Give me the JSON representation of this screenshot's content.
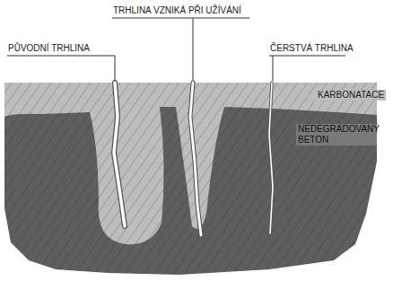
{
  "diagram": {
    "labels": [
      "TRHLINA VZNIKÁ PŘI UŽÍVÁNÍ",
      "PŮVODNÍ TRHLINA",
      "ČERSTVÁ TRHLINA",
      "KARBONATACE",
      "NEDEGRADOVANÝ BETON"
    ]
  }
}
